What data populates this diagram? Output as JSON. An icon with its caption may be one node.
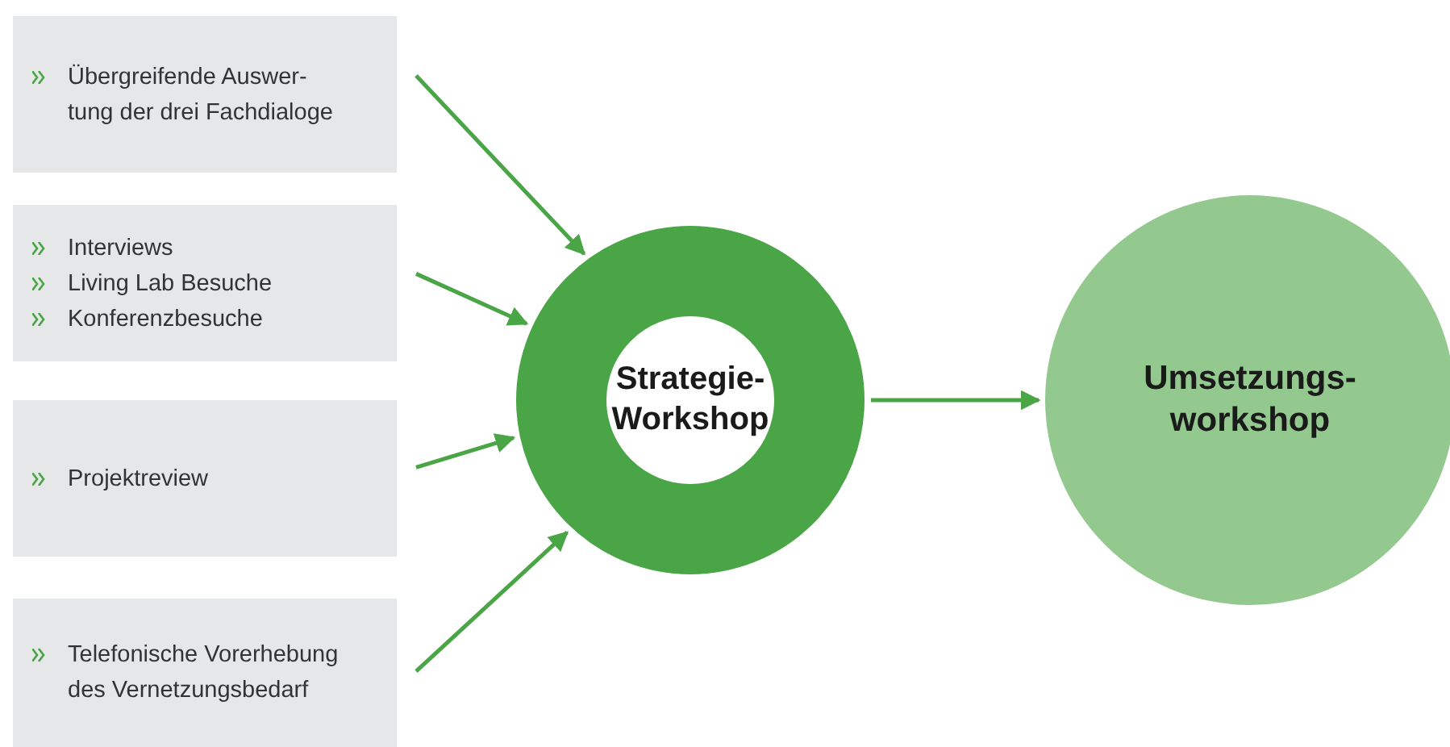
{
  "diagram": {
    "nodes": [
      {
        "text": [
          "Übergreifende Auswer- tung der drei Fachdialoge"
        ]
      },
      {
        "text": [
          "Interviews",
          "Living Lab Besuche",
          "Konferenzbesuche"
        ]
      },
      {
        "text": [
          "Projektreview"
        ]
      },
      {
        "text": [
          "Telefonische Vorerhebung des Vernetzungsbedarf"
        ]
      },
      {
        "text": [
          "Strategie- Workshop"
        ]
      },
      {
        "text": [
          "Umsetzungs- workshop"
        ]
      }
    ],
    "edges": [
      {
        "from": 0,
        "to": 4,
        "arrow": "to"
      },
      {
        "from": 1,
        "to": 4,
        "arrow": "to"
      },
      {
        "from": 2,
        "to": 4,
        "arrow": "to"
      },
      {
        "from": 3,
        "to": 4,
        "arrow": "to"
      },
      {
        "from": 4,
        "to": 5,
        "arrow": "to"
      }
    ]
  }
}
